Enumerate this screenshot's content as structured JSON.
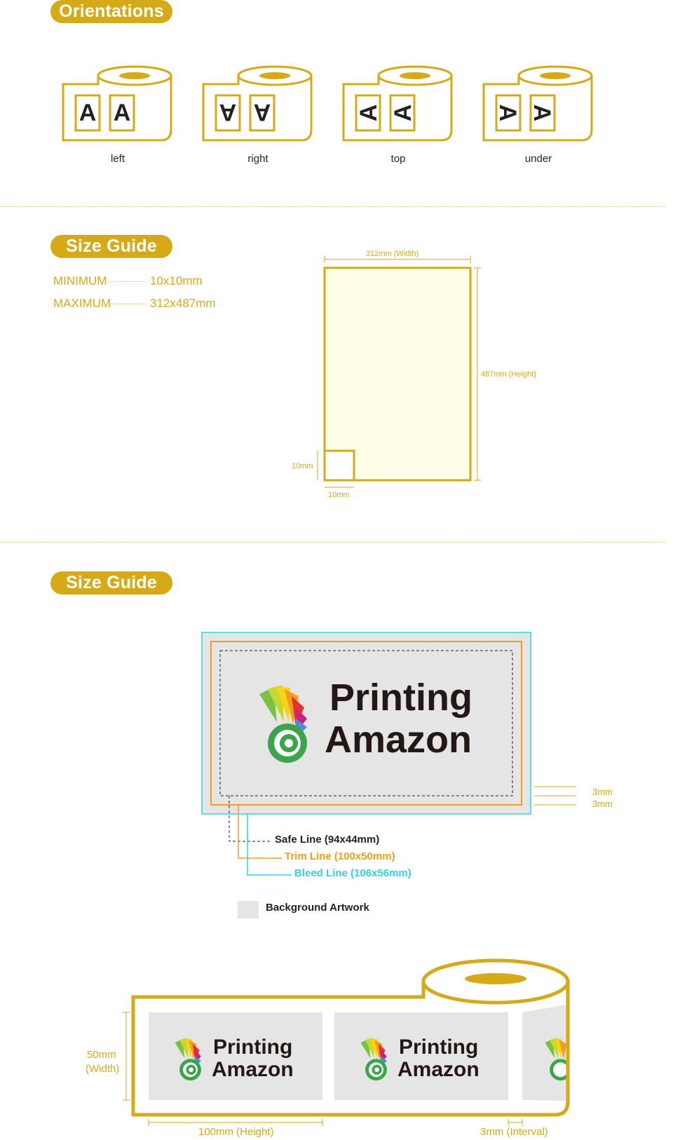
{
  "sections": {
    "orientations_title": "Orientations",
    "size_guide_title_1": "Size Guide",
    "size_guide_title_2": "Size Guide"
  },
  "orientations": [
    {
      "label": "left"
    },
    {
      "label": "right"
    },
    {
      "label": "top"
    },
    {
      "label": "under"
    }
  ],
  "orientation_glyph": "A",
  "specs": [
    {
      "name": "MINIMUM",
      "value": "10x10mm"
    },
    {
      "name": "MAXIMUM",
      "value": "312x487mm"
    }
  ],
  "size_diagram": {
    "width_label": "312mm (Width)",
    "height_label": "487mm (Height)",
    "min_h_label": "10mm",
    "min_w_label": "10mm"
  },
  "bleed_diagram": {
    "logo_line1": "Printing",
    "logo_line2": "Amazon",
    "margin_1": "3mm",
    "margin_2": "3mm",
    "safe_line": "Safe Line (94x44mm)",
    "trim_line": "Trim Line (100x50mm)",
    "bleed_line": "Bleed Line (106x56mm)",
    "background_artwork": "Background Artwork"
  },
  "roll_diagram": {
    "logo_line1": "Printing",
    "logo_line2": "Amazon",
    "width_label_1": "50mm",
    "width_label_2": "(Width)",
    "height_label": "100mm (Height)",
    "interval_label": "3mm (Interval)"
  },
  "colors": {
    "accent": "#d6a918",
    "trim": "#f39c1e",
    "bleed": "#2ed3e0",
    "background_artwork": "#e5e5e5",
    "sheet_fill": "#fdfde8"
  }
}
